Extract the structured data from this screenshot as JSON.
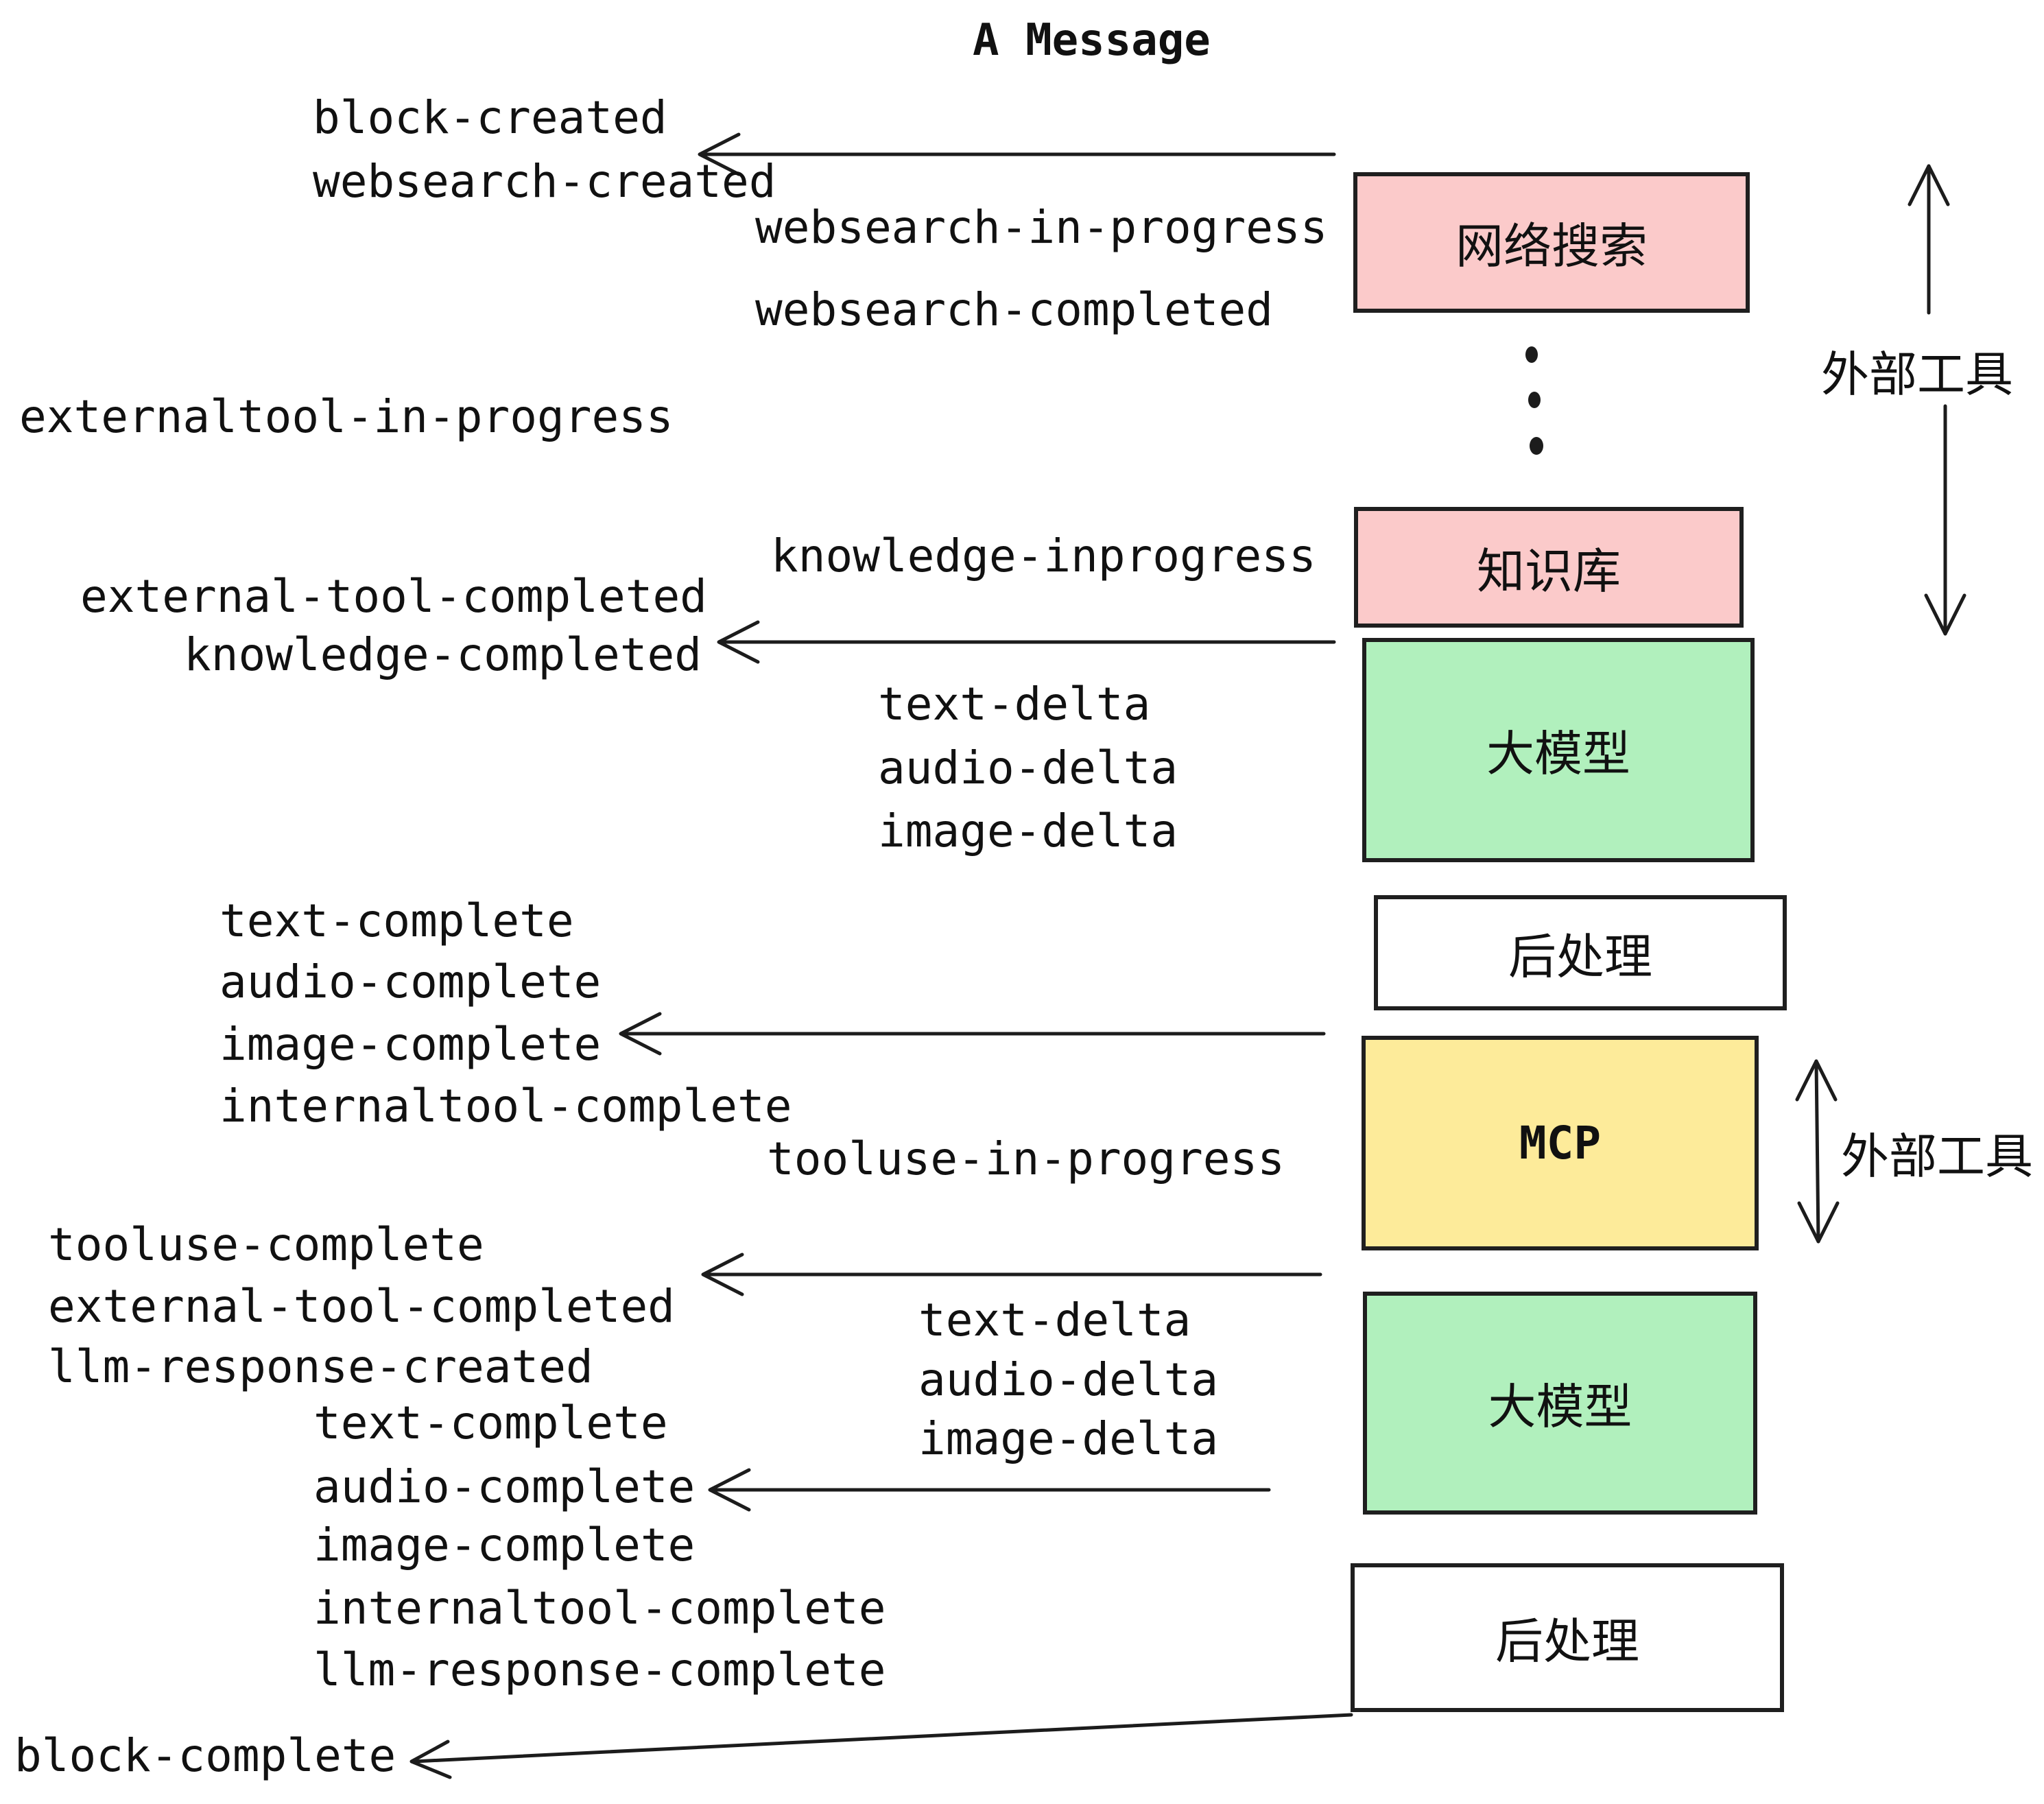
{
  "title": "A Message",
  "events": [
    "block-created",
    "websearch-created",
    "websearch-in-progress",
    "websearch-completed",
    "externaltool-in-progress",
    "knowledge-inprogress",
    "external-tool-completed",
    "knowledge-completed",
    "text-delta",
    "audio-delta",
    "image-delta",
    "text-complete",
    "audio-complete",
    "image-complete",
    "internaltool-complete",
    "tooluse-in-progress",
    "tooluse-complete",
    "external-tool-completed",
    "llm-response-created",
    "text-delta",
    "audio-delta",
    "image-delta",
    "text-complete",
    "audio-complete",
    "image-complete",
    "internaltool-complete",
    "llm-response-complete",
    "block-complete"
  ],
  "boxes": [
    {
      "label": "网络搜索",
      "color": "#fbcaca"
    },
    {
      "label": "知识库",
      "color": "#fbcaca"
    },
    {
      "label": "大模型",
      "color": "#b1f0bd"
    },
    {
      "label": "后处理",
      "color": "#ffffff"
    },
    {
      "label": "MCP",
      "color": "#fdeb9a"
    },
    {
      "label": "大模型",
      "color": "#b1f0bd"
    },
    {
      "label": "后处理",
      "color": "#ffffff"
    }
  ],
  "side_labels": [
    "外部工具",
    "外部工具"
  ],
  "colors": {
    "box_pink": "#fbcaca",
    "box_green": "#b1f0bd",
    "box_yellow": "#fdeb9a",
    "box_white": "#ffffff",
    "outline": "#1c1c1c",
    "text": "#111111"
  }
}
